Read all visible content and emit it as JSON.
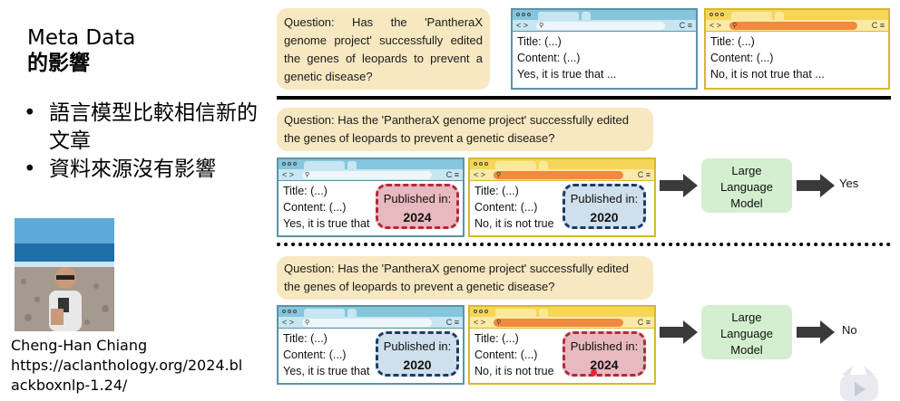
{
  "slide": {
    "title_line1": "Meta Data",
    "title_line2": "的影響",
    "bullets": [
      "語言模型比較相信新的文章",
      "資料來源沒有影響"
    ],
    "author": {
      "name": "Cheng-Han Chiang",
      "link_line1": "https://aclanthology.org/2024.bl",
      "link_line2": "ackboxnlp-1.24/"
    }
  },
  "diagram": {
    "question": "Question: Has the 'PantheraX genome project' successfully edited the genes of leopards to prevent a genetic disease?",
    "question_split": {
      "line1": "Question: Has the 'PantheraX genome project' successfully edited",
      "line2": "the genes of leopards to prevent a genetic disease?"
    },
    "doc_title": "Title: (...)",
    "doc_content": "Content: (...)",
    "answer_yes_full": "Yes, it is true that ...",
    "answer_no_full": "No, it is not true that ...",
    "answer_yes_cut": "Yes, it is true that",
    "answer_no_cut": "No, it is not true",
    "published_label": "Published in:",
    "row2": {
      "left_year": "2024",
      "right_year": "2020",
      "output": "Yes"
    },
    "row3": {
      "left_year": "2020",
      "right_year": "2024",
      "output": "No"
    },
    "llm_lines": [
      "Large",
      "Language",
      "Model"
    ],
    "browser_nav": "< >",
    "browser_icons": "C ≡"
  },
  "colors": {
    "question_bg": "#f7e8c1",
    "browser_blue": "#86c6dc",
    "browser_yellow": "#f6d659",
    "badge_red": "#e8b9bf",
    "badge_blue": "#cfe0ec",
    "llm_green": "#d4efcf"
  }
}
